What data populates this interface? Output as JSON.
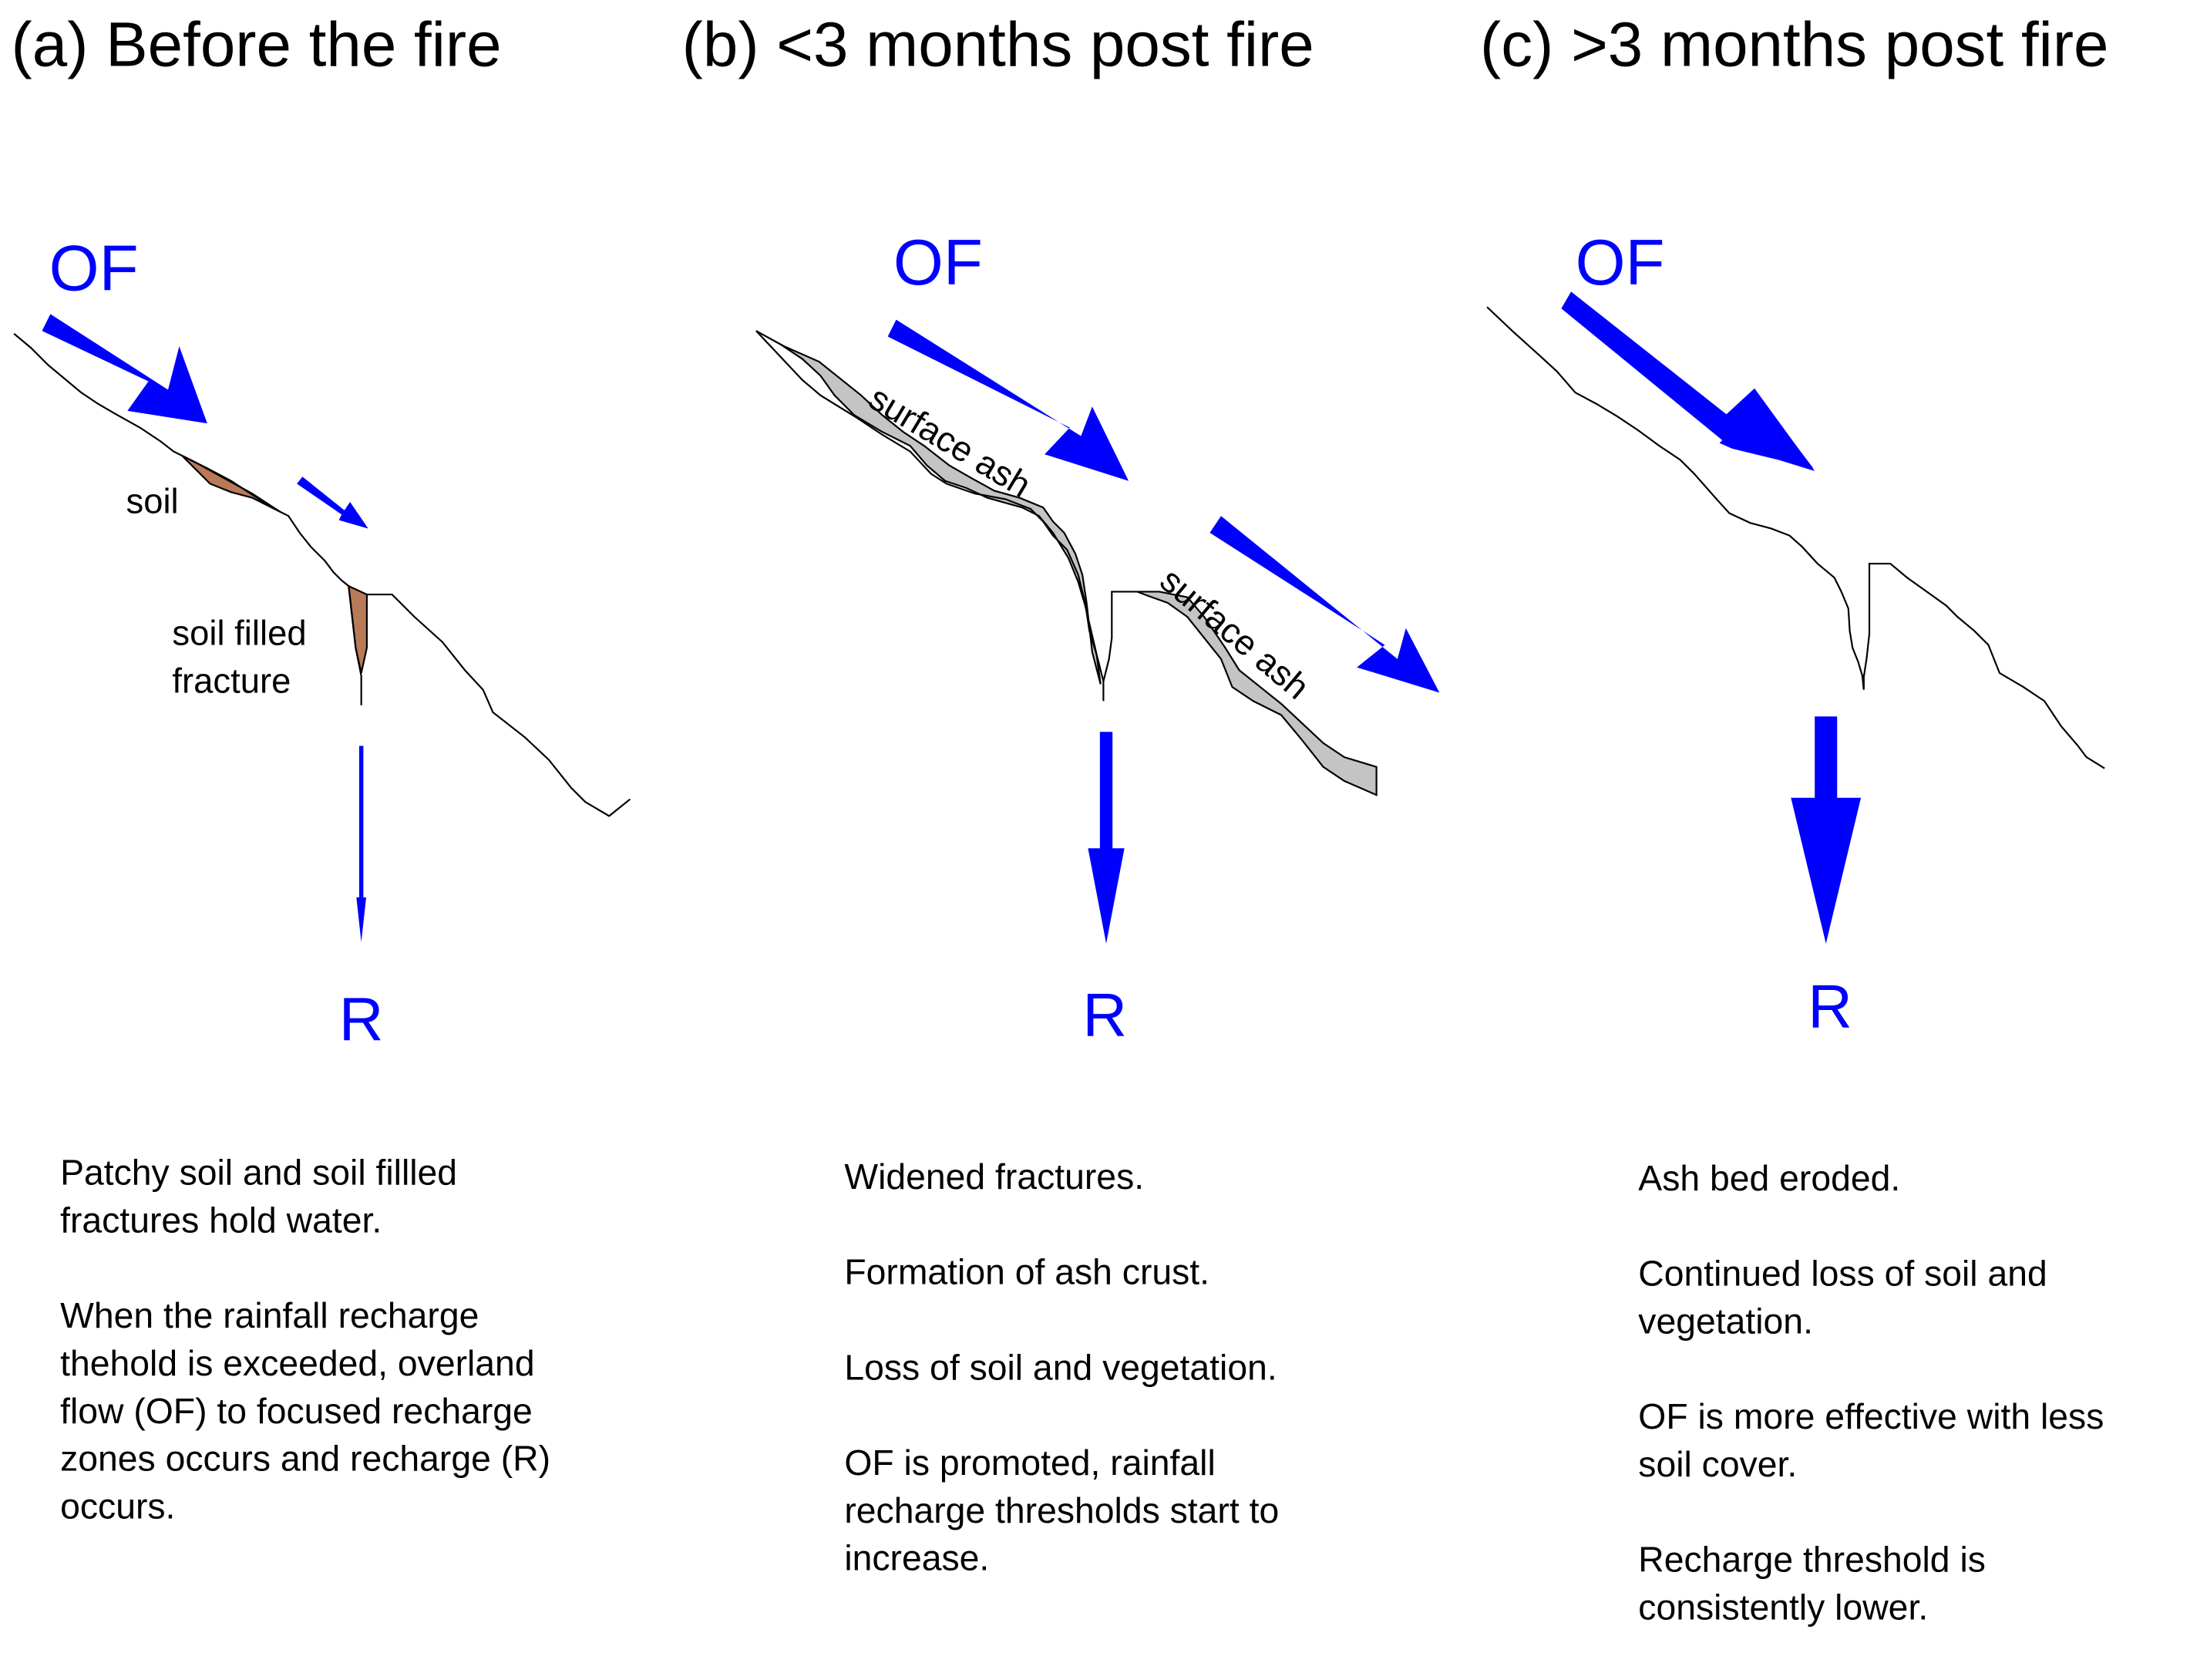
{
  "colors": {
    "flow_arrow": "#0000ff",
    "soil_fill": "#b87a58",
    "ash_fill": "#c4c4c4",
    "ground_line": "#000000"
  },
  "panels": [
    {
      "id": "a",
      "title": "(a) Before the fire",
      "overland_flow_label": "OF",
      "recharge_label": "R",
      "annotations": {
        "soil": "soil",
        "soil_filled_line1": "soil filled",
        "soil_filled_line2": "fracture"
      },
      "description": [
        "Patchy soil and soil fillled\nfractures hold water.",
        "When the rainfall recharge\nthehold is exceeded, overland\nflow (OF) to focused recharge\nzones occurs and recharge (R)\noccurs."
      ]
    },
    {
      "id": "b",
      "title": "(b) <3 months post fire",
      "overland_flow_label": "OF",
      "recharge_label": "R",
      "annotations": {
        "ash_upper": "surface ash",
        "ash_lower": "surface ash"
      },
      "description": [
        "Widened fractures.",
        "Formation of ash crust.",
        "Loss of soil and vegetation.",
        "OF is promoted, rainfall\nrecharge thresholds start to\nincrease."
      ]
    },
    {
      "id": "c",
      "title": "(c) >3 months post fire",
      "overland_flow_label": "OF",
      "recharge_label": "R",
      "description": [
        "Ash bed eroded.",
        "Continued loss of soil and\nvegetation.",
        "OF is more effective with less\nsoil cover.",
        "Recharge threshold is\nconsistently lower."
      ]
    }
  ]
}
